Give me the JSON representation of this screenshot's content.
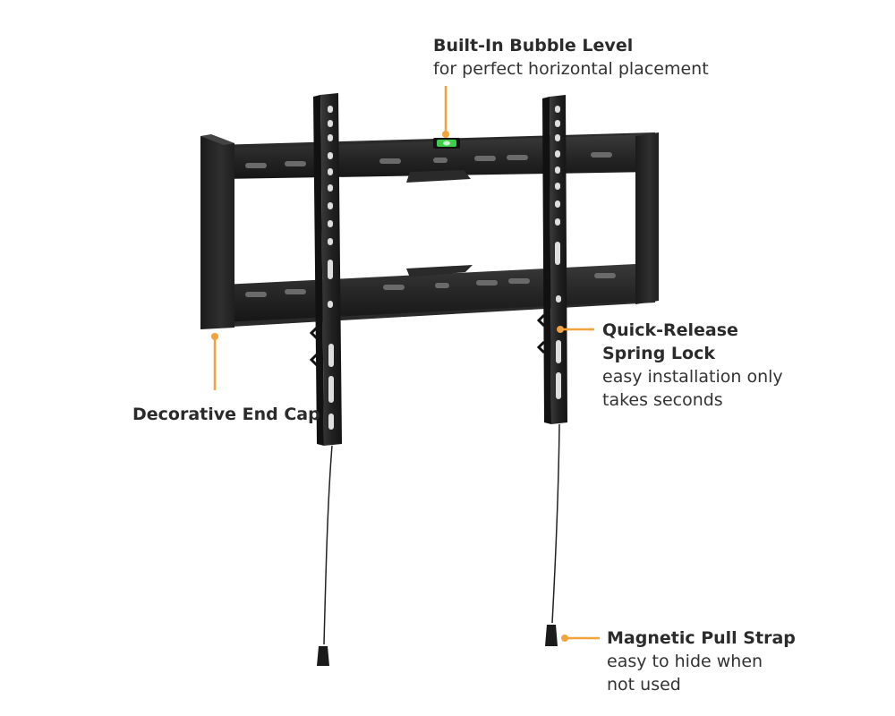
{
  "colors": {
    "accent": "#f2a33a",
    "metal_dark": "#1c1c1c",
    "metal_mid": "#2e2e2e",
    "metal_light": "#3d3d3d",
    "bubble_green": "#3ecf4a"
  },
  "callouts": {
    "bubble_level": {
      "title": "Built-In Bubble Level",
      "desc": "for perfect horizontal placement"
    },
    "spring_lock": {
      "title_line1": "Quick-Release",
      "title_line2": "Spring Lock",
      "desc_line1": "easy installation only",
      "desc_line2": "takes seconds"
    },
    "end_cap": {
      "title": "Decorative End Cap"
    },
    "pull_strap": {
      "title": "Magnetic Pull Strap",
      "desc_line1": "easy to hide when",
      "desc_line2": "not used"
    }
  }
}
